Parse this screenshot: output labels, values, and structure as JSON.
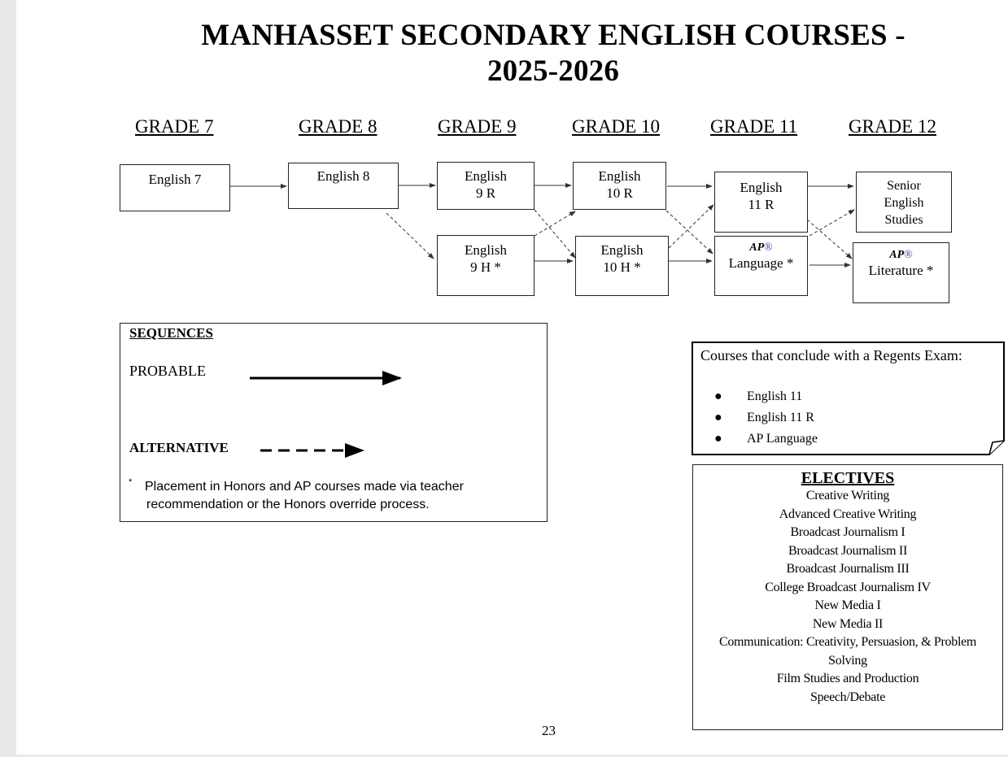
{
  "title_line1": "MANHASSET SECONDARY ENGLISH COURSES -",
  "title_line2": "2025-2026",
  "grades": [
    "GRADE 7",
    "GRADE 8",
    "GRADE 9",
    "GRADE 10",
    "GRADE 11",
    "GRADE 12"
  ],
  "courses": {
    "english7": [
      "English 7"
    ],
    "english8": [
      "English 8"
    ],
    "english9r": [
      "English",
      "9 R"
    ],
    "english9h": [
      "English",
      "9 H *"
    ],
    "english10r": [
      "English",
      "10 R"
    ],
    "english10h": [
      "English",
      "10 H *"
    ],
    "english11r": [
      "English",
      "11 R"
    ],
    "ap_language": {
      "prefix": "AP",
      "reg": "®",
      "name": "Language *"
    },
    "senior": [
      "Senior",
      "English",
      "Studies"
    ],
    "ap_literature": {
      "prefix": "AP",
      "reg": "®",
      "name": "Literature *"
    }
  },
  "sequences": {
    "heading": "SEQUENCES",
    "probable": "PROBABLE",
    "alternative": "ALTERNATIVE",
    "note_star": "*",
    "note_line1": "Placement in Honors and AP courses made via teacher",
    "note_line2": "recommendation or the Honors override process."
  },
  "regents": {
    "heading": "Courses that conclude with a Regents Exam:",
    "items": [
      "English 11",
      "English 11 R",
      "AP Language"
    ]
  },
  "electives": {
    "heading": "ELECTIVES",
    "items": [
      "Creative Writing",
      "Advanced Creative Writing",
      "Broadcast Journalism I",
      "Broadcast Journalism II",
      "Broadcast Journalism III",
      "College Broadcast Journalism IV",
      "New Media I",
      "New Media II",
      "Communication: Creativity, Persuasion, & Problem",
      "Solving",
      "Film Studies and Production",
      "Speech/Debate"
    ]
  },
  "page_number": "23"
}
